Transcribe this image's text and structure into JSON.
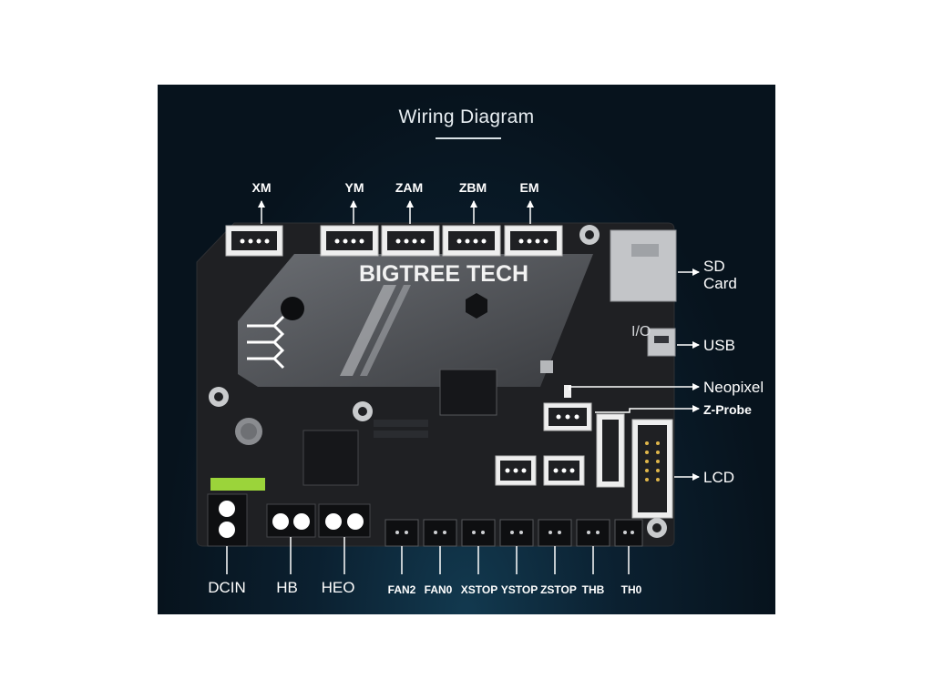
{
  "title": "Wiring Diagram",
  "brand": "BIGTREE TECH",
  "silk_io": "I/O",
  "labels": {
    "xm": "XM",
    "ym": "YM",
    "zam": "ZAM",
    "zbm": "ZBM",
    "em": "EM",
    "sd_line1": "SD",
    "sd_line2": "Card",
    "usb": "USB",
    "neopixel": "Neopixel",
    "zprobe": "Z-Probe",
    "lcd": "LCD",
    "dcin": "DCIN",
    "hb": "HB",
    "heo": "HEO",
    "fan2": "FAN2",
    "fan0": "FAN0",
    "xstop": "XSTOP",
    "ystop": "YSTOP",
    "zstop": "ZSTOP",
    "thb": "THB",
    "th0": "TH0"
  },
  "colors": {
    "background": "#07131d",
    "board": "#1f2023",
    "accent": "#9bd43a",
    "text": "#ffffff"
  }
}
